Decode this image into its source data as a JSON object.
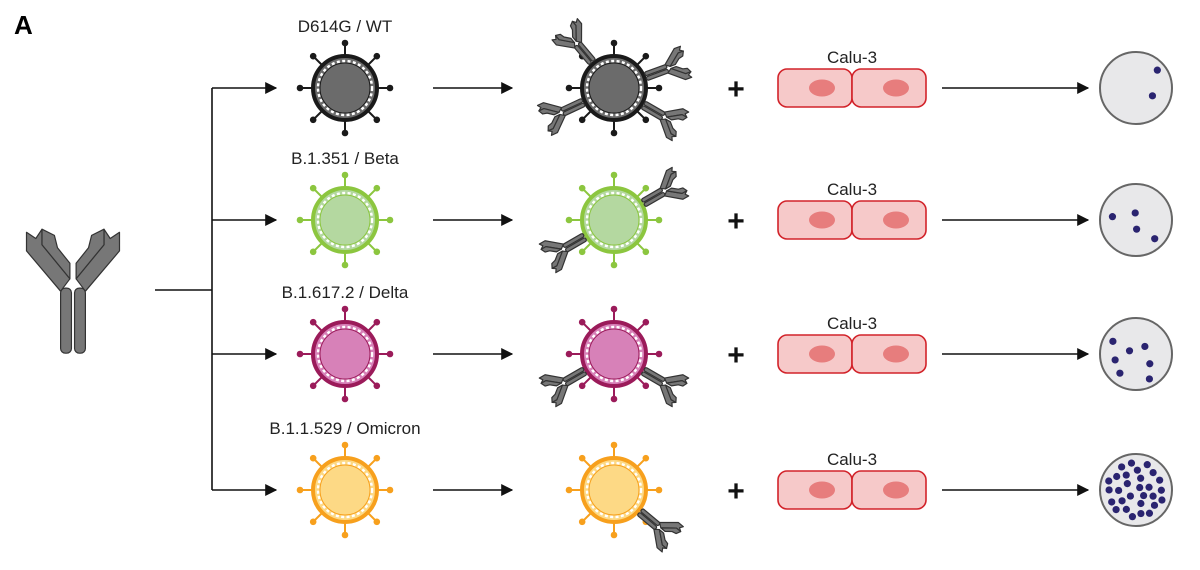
{
  "figure": {
    "panel_letter": "A",
    "plus_sign": "+",
    "colors": {
      "line": "#111111",
      "antibody_fill": "#777777",
      "antibody_stroke": "#333333",
      "cell_fill": "#f6c9c9",
      "cell_stroke": "#d2232a",
      "nucleus": "#e77d7d",
      "well_fill": "#e8e8ea",
      "well_stroke": "#666666",
      "plaque": "#2a2470"
    },
    "rows": [
      {
        "variant_label": "D614G / WT",
        "cell_label": "Calu-3",
        "virus_stroke": "#1a1a1a",
        "virus_fill": "#6b6b6b",
        "antibodies_bound": 4,
        "plaque_count": 2
      },
      {
        "variant_label": "B.1.351 / Beta",
        "cell_label": "Calu-3",
        "virus_stroke": "#8cc63f",
        "virus_fill": "#b4d8a0",
        "antibodies_bound": 2,
        "plaque_count": 4
      },
      {
        "variant_label": "B.1.617.2 / Delta",
        "cell_label": "Calu-3",
        "virus_stroke": "#9b1b5a",
        "virus_fill": "#d781b8",
        "antibodies_bound": 2,
        "plaque_count": 7
      },
      {
        "variant_label": "B.1.1.529 / Omicron",
        "cell_label": "Calu-3",
        "virus_stroke": "#f7a01d",
        "virus_fill": "#fdd985",
        "antibodies_bound": 1,
        "plaque_count": 40
      }
    ]
  }
}
